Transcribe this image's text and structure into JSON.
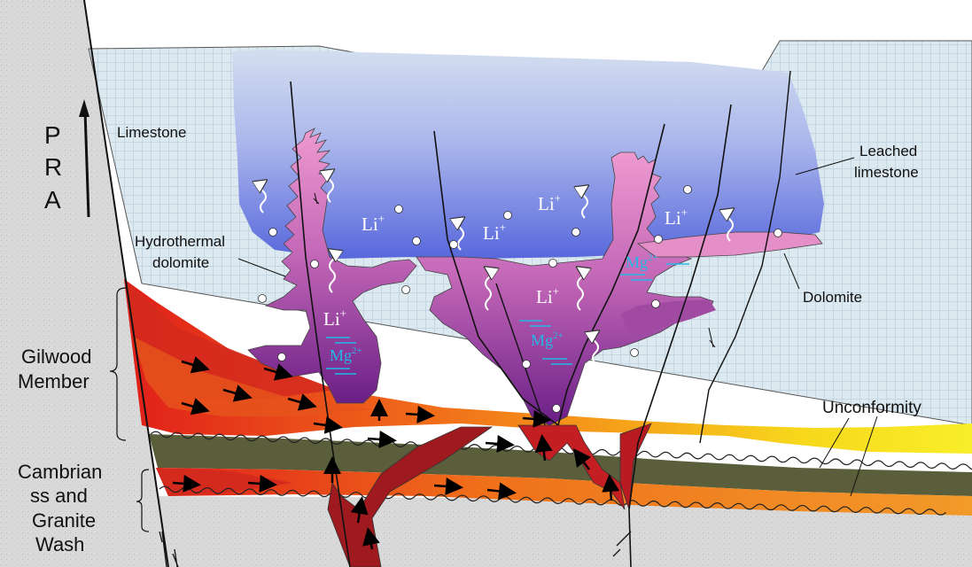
{
  "labels": {
    "pra": [
      "P",
      "R",
      "A"
    ],
    "limestone": "Limestone",
    "leached_limestone": [
      "Leached",
      "limestone"
    ],
    "hydrothermal_dolomite": [
      "Hydrothermal",
      "dolomite"
    ],
    "dolomite": "Dolomite",
    "gilwood_member": [
      "Gilwood",
      "Member"
    ],
    "cambrian": [
      "Cambrian",
      "ss and",
      "Granite",
      "Wash"
    ],
    "unconformity": "Unconformity",
    "li_ion": "Li",
    "li_charge": "+",
    "mg_ion": "Mg",
    "mg_charge": "2+"
  },
  "colors": {
    "limestone_fill": "#d8e6ee",
    "leached_top": "#c9d6ee",
    "leached_bottom": "#5a6bd8",
    "dolomite_pink": "#e58fc8",
    "dolomite_purple": "#7a2a8c",
    "gilwood_red": "#d8261c",
    "gilwood_orange": "#f28a1a",
    "gilwood_yellow": "#f7e21a",
    "cambrian_olive": "#5b5e3b",
    "granite_gray": "#d6d6d6",
    "fluid_conduit": "#a01a1e",
    "ion_cyan": "#23b7e5"
  }
}
